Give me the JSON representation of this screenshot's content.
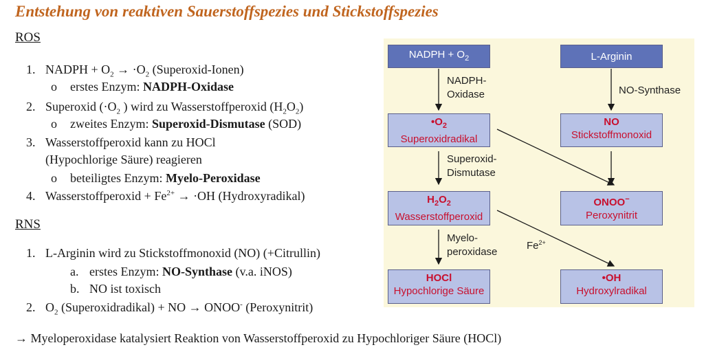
{
  "title": "Entstehung von reaktiven Sauerstoffspezies und Stickstoffspezies",
  "ros": {
    "heading": "ROS",
    "items": [
      {
        "num": "1.",
        "pre": "NADPH + O",
        "sub1": "2",
        "arrow": " → ",
        "mid": "·O",
        "sub2": "2",
        "post": "  (Superoxid-Ionen)"
      },
      {
        "num": "2.",
        "pre": "Superoxid (·O",
        "sub1": "2",
        "mid": " ) wird zu Wasserstoffperoxid (H",
        "sub2": "2",
        "mid2": "O",
        "sub3": "2",
        "post": ")"
      },
      {
        "num": "3.",
        "line1": "Wasserstoffperoxid kann zu HOCl",
        "line2": "(Hypochlorige Säure) reagieren"
      },
      {
        "num": "4.",
        "pre": "Wasserstoffperoxid + Fe",
        "sup": "2+",
        "arrow": " → ",
        "post": "·OH (Hydroxyradikal)"
      }
    ],
    "sub_items": [
      {
        "bullet": "o",
        "pre": "erstes Enzym: ",
        "bold": "NADPH-Oxidase",
        "post": ""
      },
      {
        "bullet": "o",
        "pre": "zweites Enzym: ",
        "bold": "Superoxid-Dismutase",
        "post": " (SOD)"
      },
      {
        "bullet": "o",
        "pre": "beteiligtes Enzym: ",
        "bold": "Myelo-Peroxidase",
        "post": ""
      }
    ]
  },
  "rns": {
    "heading": "RNS",
    "items": [
      {
        "num": "1.",
        "text": "L-Arginin wird zu Stickstoffmonoxid (NO) (+Citrullin)"
      },
      {
        "num": "2.",
        "pre": "O",
        "sub": "2",
        "mid": " (Superoxidradikal) + NO ",
        "arrow": "→",
        "post": " ONOO",
        "sup": "-",
        "post2": " (Peroxynitrit)"
      }
    ],
    "sub_items": [
      {
        "bullet": "a.",
        "pre": "erstes Enzym: ",
        "bold": "NO-Synthase",
        "post": " (v.a. iNOS)"
      },
      {
        "bullet": "b.",
        "text": "NO ist toxisch"
      }
    ]
  },
  "conclusion": {
    "arrow": "→",
    "text": " Myeloperoxidase katalysiert Reaktion von Wasserstoffperoxid zu Hypochloriger Säure (HOCl)"
  },
  "diagram": {
    "nodes": {
      "nadph": {
        "pre": "NADPH + O",
        "sub": "2"
      },
      "arginin": {
        "text": "L-Arginin"
      },
      "superoxid": {
        "sym_pre": "•O",
        "sym_sub": "2",
        "name": "Superoxidradikal"
      },
      "no": {
        "sym": "NO",
        "name": "Stickstoffmonoxid"
      },
      "h2o2": {
        "sym_a": "H",
        "sub_a": "2",
        "sym_b": "O",
        "sub_b": "2",
        "name": "Wasserstoffperoxid"
      },
      "onoo": {
        "sym": "ONOO",
        "sup": "−",
        "name": "Peroxynitrit"
      },
      "hocl": {
        "sym": "HOCl",
        "name": "Hypochlorige Säure"
      },
      "oh": {
        "sym": "•OH",
        "name": "Hydroxylradikal"
      }
    },
    "labels": {
      "nadph_oxidase_1": "NADPH-",
      "nadph_oxidase_2": "Oxidase",
      "no_synthase": "NO-Synthase",
      "sod_1": "Superoxid-",
      "sod_2": "Dismutase",
      "mpo_1": "Myelo-",
      "mpo_2": "peroxidase",
      "fe": "Fe",
      "fe_sup": "2+"
    },
    "colors": {
      "header_fill": "#5e72b8",
      "box_fill": "#b8c2e6",
      "box_text": "#c8102e",
      "background": "#fbf7dc"
    }
  }
}
